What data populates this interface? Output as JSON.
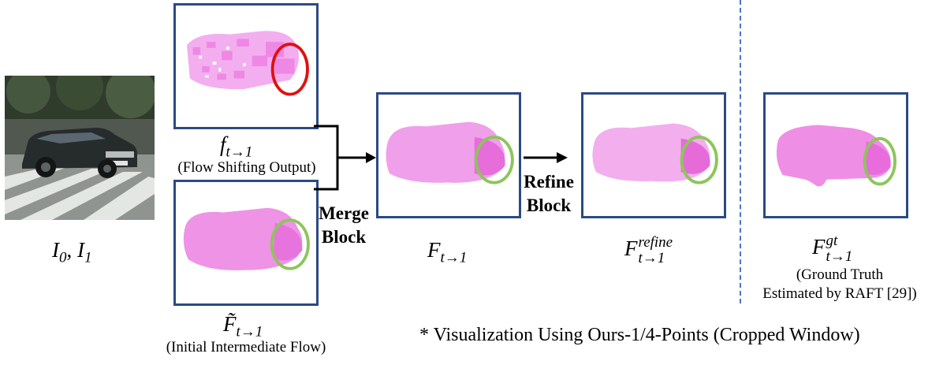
{
  "colors": {
    "panel_border": "#2b4a84",
    "flow_pink": "#ee7be3",
    "highlight_red": "#e01010",
    "highlight_green": "#8dc55a",
    "divider_blue": "#4f74c8"
  },
  "input": {
    "label_main": "I",
    "label_sub0": "0",
    "label_sep": ", ",
    "label_sub1": "1"
  },
  "flow_shift": {
    "symbol": "f",
    "subscript": "t→1",
    "caption": "(Flow Shifting Output)"
  },
  "initial_flow": {
    "symbol": "F̃",
    "subscript": "t→1",
    "caption": "(Initial Intermediate Flow)"
  },
  "merge": {
    "line1": "Merge",
    "line2": "Block"
  },
  "merged_flow": {
    "symbol": "F",
    "subscript": "t→1"
  },
  "refine": {
    "line1": "Refine",
    "line2": "Block"
  },
  "refined_flow": {
    "symbol": "F",
    "superscript": "refine",
    "subscript": "t→1"
  },
  "ground_truth": {
    "symbol": "F",
    "superscript": "gt",
    "subscript": "t→1",
    "caption_line1": "(Ground Truth",
    "caption_line2": "Estimated by RAFT [29])"
  },
  "footnote": "* Visualization Using Ours-1/4-Points (Cropped Window)"
}
